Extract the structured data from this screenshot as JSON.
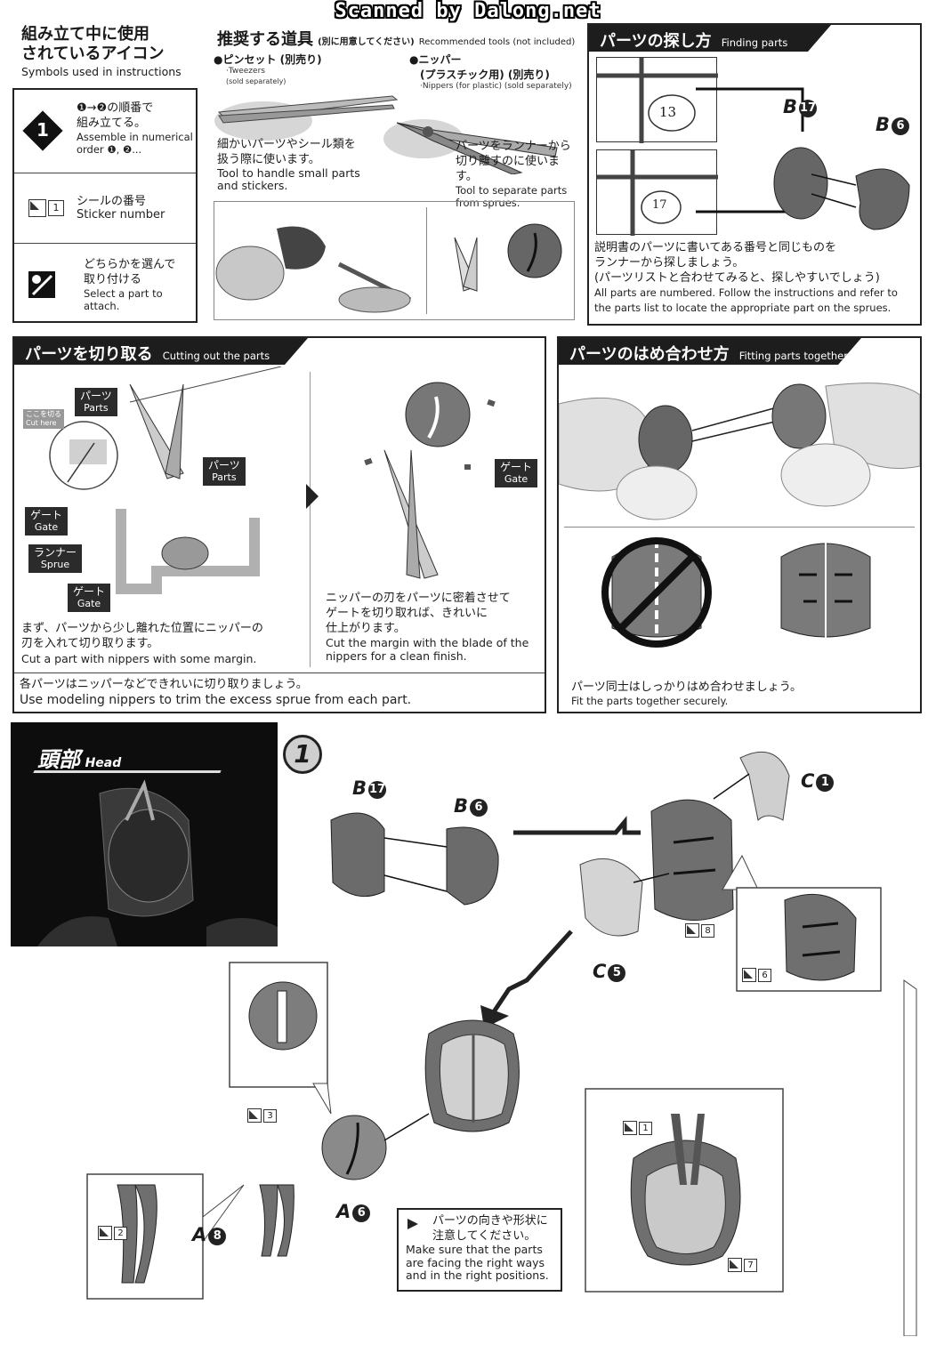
{
  "watermark": "Scanned by Dalong.net",
  "symbols": {
    "title_jp_1": "組み立て中に使用",
    "title_jp_2": "されているアイコン",
    "title_en": "Symbols used in instructions",
    "step_num": "1",
    "order_jp_1": "❶→❷の順番で",
    "order_jp_2": "組み立てる。",
    "order_en_1": "Assemble in numerical",
    "order_en_2": "order ❶, ❷...",
    "sticker_num": "1",
    "sticker_jp": "シールの番号",
    "sticker_en": "Sticker number",
    "choose_jp_1": "どちらかを選んで",
    "choose_jp_2": "取り付ける",
    "choose_en": "Select a part to attach."
  },
  "tools": {
    "title_jp": "推奨する道具",
    "title_note_jp": "(別に用意してください)",
    "title_en": "Recommended tools (not included)",
    "tweezers_jp": "●ピンセット (別売り)",
    "tweezers_en_1": "·Tweezers",
    "tweezers_en_2": "(sold separately)",
    "nippers_jp_1": "●ニッパー",
    "nippers_jp_2": "(プラスチック用) (別売り)",
    "nippers_en": "·Nippers (for plastic) (sold separately)",
    "tweezers_use_jp_1": "細かいパーツやシール類を",
    "tweezers_use_jp_2": "扱う際に使います。",
    "tweezers_use_en_1": "Tool to handle small parts",
    "tweezers_use_en_2": "and stickers.",
    "nippers_use_jp_1": "パーツをランナーから",
    "nippers_use_jp_2": "切り離すのに使います。",
    "nippers_use_en_1": "Tool to separate parts",
    "nippers_use_en_2": "from sprues."
  },
  "finding": {
    "title_jp": "パーツの探し方",
    "title_en": "Finding parts",
    "runner_num_a": "13",
    "runner_num_b": "17",
    "part_a": "B",
    "part_a_num": "17",
    "part_b": "B",
    "part_b_num": "6",
    "desc_jp_1": "説明書のパーツに書いてある番号と同じものを",
    "desc_jp_2": "ランナーから探しましょう。",
    "desc_jp_3": "(パーツリストと合わせてみると、探しやすいでしょう)",
    "desc_en_1": "All parts are numbered. Follow the instructions and refer to",
    "desc_en_2": "the parts list to locate the appropriate part on the sprues."
  },
  "cutting": {
    "title_jp": "パーツを切り取る",
    "title_en": "Cutting out the parts",
    "cut_here_jp": "ここを切る",
    "cut_here_en": "Cut here",
    "parts_jp": "パーツ",
    "parts_en": "Parts",
    "gate_jp": "ゲート",
    "gate_en": "Gate",
    "sprue_jp": "ランナー",
    "sprue_en": "Sprue",
    "step1_jp_1": "まず、パーツから少し離れた位置にニッパーの",
    "step1_jp_2": "刃を入れて切り取ります。",
    "step1_en": "Cut a part with nippers with some margin.",
    "step2_jp_1": "ニッパーの刃をパーツに密着させて",
    "step2_jp_2": "ゲートを切り取れば、きれいに",
    "step2_jp_3": "仕上がります。",
    "step2_en_1": "Cut the margin with the blade of the",
    "step2_en_2": "nippers for a clean finish.",
    "footer_jp": "各パーツはニッパーなどできれいに切り取りましょう。",
    "footer_en": "Use modeling nippers to trim the excess sprue from each part."
  },
  "fitting": {
    "title_jp": "パーツのはめ合わせ方",
    "title_en": "Fitting parts together",
    "desc_jp": "パーツ同士はしっかりはめ合わせましょう。",
    "desc_en": "Fit the parts together securely."
  },
  "head": {
    "title_jp": "頭部",
    "title_en": "Head",
    "step": "1",
    "p_b17": "B",
    "p_b17_num": "17",
    "p_b6": "B",
    "p_b6_num": "6",
    "p_c1": "C",
    "p_c1_num": "1",
    "p_c5": "C",
    "p_c5_num": "5",
    "p_a6": "A",
    "p_a6_num": "6",
    "p_a8": "A",
    "p_a8_num": "8",
    "sticker_8": "8",
    "sticker_6": "6",
    "sticker_3": "3",
    "sticker_2": "2",
    "sticker_1": "1",
    "sticker_7": "7",
    "note_jp_1": "パーツの向きや形状に",
    "note_jp_2": "注意してください。",
    "note_en_1": "Make sure that the parts",
    "note_en_2": "are facing the right ways",
    "note_en_3": "and in the right positions."
  }
}
